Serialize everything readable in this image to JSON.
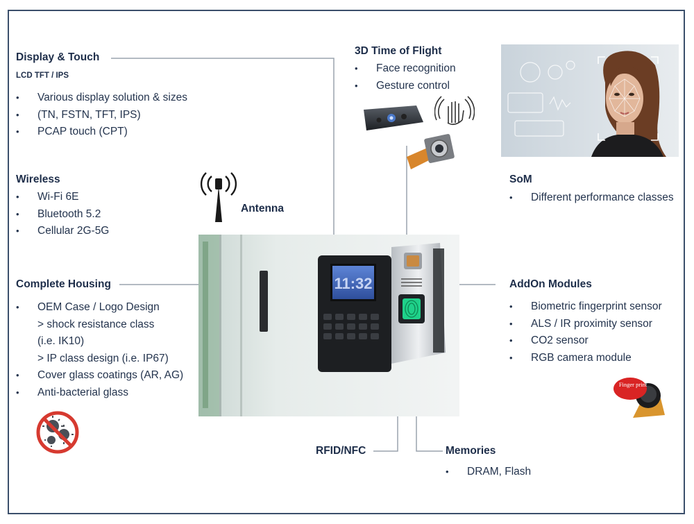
{
  "display": {
    "title": "Display & Touch",
    "subtitle": "LCD TFT / IPS",
    "items": [
      "Various display solution & sizes",
      "(TN, FSTN, TFT, IPS)",
      "PCAP touch (CPT)"
    ]
  },
  "tof": {
    "title": "3D Time of Flight",
    "items": [
      "Face recognition",
      "Gesture control"
    ]
  },
  "wireless": {
    "title": "Wireless",
    "items": [
      "Wi-Fi 6E",
      "Bluetooth 5.2",
      "Cellular 2G-5G"
    ]
  },
  "antenna": {
    "label": "Antenna"
  },
  "som": {
    "title": "SoM",
    "items": [
      "Different performance classes"
    ]
  },
  "housing": {
    "title": "Complete Housing",
    "items": [
      {
        "text": "OEM Case / Logo Design",
        "bullet": true
      },
      {
        "text": "> shock resistance class",
        "bullet": false
      },
      {
        "text": "(i.e. IK10)",
        "bullet": false
      },
      {
        "text": "> IP class design (i.e. IP67)",
        "bullet": false
      },
      {
        "text": "Cover glass coatings (AR, AG)",
        "bullet": true
      },
      {
        "text": "Anti-bacterial glass",
        "bullet": true
      }
    ]
  },
  "addon": {
    "title": "AddOn Modules",
    "items": [
      "Biometric  fingerprint sensor",
      "ALS / IR proximity sensor",
      "CO2 sensor",
      "RGB camera module"
    ]
  },
  "rfid": {
    "label": "RFID/NFC"
  },
  "memories": {
    "title": "Memories",
    "items": [
      "DRAM, Flash"
    ]
  },
  "device": {
    "screen_text": "11:32"
  },
  "fingerprint_badge": {
    "label": "Finger print"
  },
  "colors": {
    "frame": "#3b4f6b",
    "text": "#1e2e4a",
    "connector": "#9aa3ad",
    "no_virus_red": "#d63a30"
  }
}
